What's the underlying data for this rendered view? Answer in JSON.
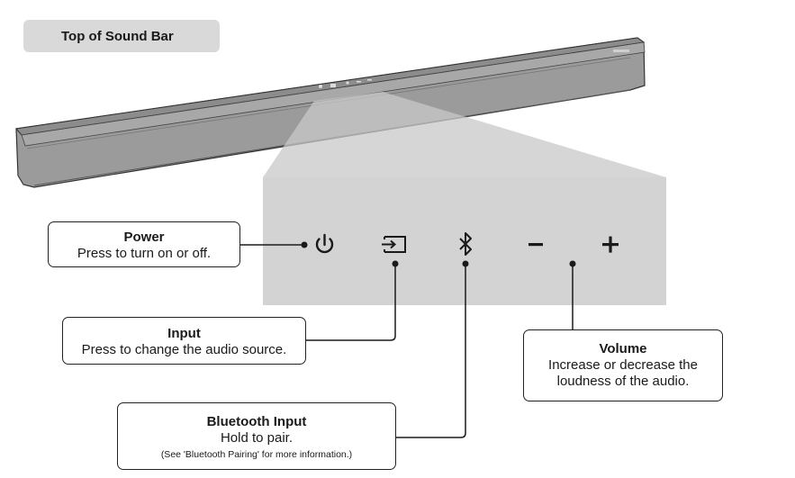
{
  "header": {
    "label": "Top of Sound Bar"
  },
  "callouts": {
    "power": {
      "title": "Power",
      "desc": "Press to turn on or off."
    },
    "input": {
      "title": "Input",
      "desc": "Press to change the audio source."
    },
    "bluetooth": {
      "title": "Bluetooth Input",
      "desc": "Hold to pair.",
      "note": "(See 'Bluetooth Pairing' for more information.)"
    },
    "volume": {
      "title": "Volume",
      "desc_line1": "Increase or decrease the",
      "desc_line2": "loudness of the audio."
    }
  },
  "icons": [
    "power-icon",
    "input-icon",
    "bluetooth-icon",
    "volume-down-icon",
    "volume-up-icon"
  ],
  "colors": {
    "panel": "#d3d3d3",
    "soundbar": "#9a9a9a",
    "tag": "#d9d9d9",
    "line": "#1a1a1a"
  }
}
